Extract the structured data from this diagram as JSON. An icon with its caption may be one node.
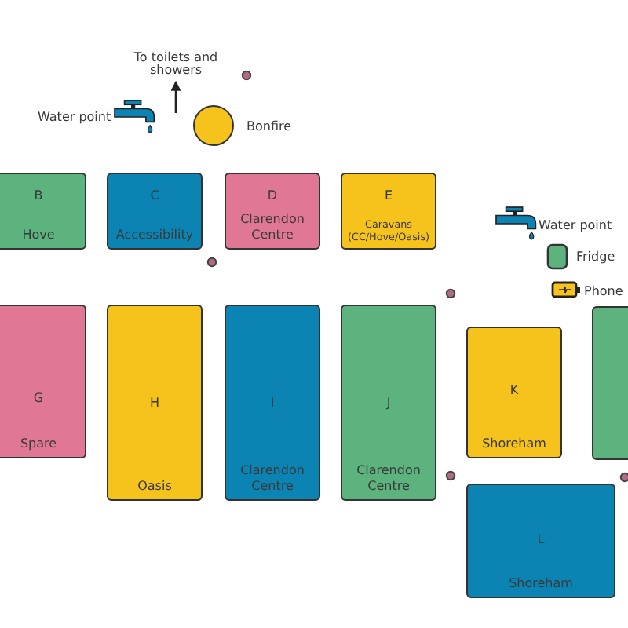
{
  "diagram": {
    "nodes": [
      {
        "text": [],
        "shape": "circle",
        "beside": [
          "Bonfire"
        ]
      },
      {
        "text": [
          "B",
          "Hove"
        ]
      },
      {
        "text": [
          "C",
          "Accessibility"
        ]
      },
      {
        "text": [
          "D",
          "Clarendon Centre"
        ]
      },
      {
        "text": [
          "E",
          "Caravans (CC/Hove/Oasis)"
        ]
      },
      {
        "text": [
          "G",
          "Spare"
        ]
      },
      {
        "text": [
          "H",
          "Oasis"
        ]
      },
      {
        "text": [
          "I",
          "Clarendon Centre"
        ]
      },
      {
        "text": [
          "J",
          "Clarendon Centre"
        ]
      },
      {
        "text": [
          "K",
          "Shoreham"
        ]
      },
      {
        "text": [],
        "shape": "box"
      },
      {
        "text": [
          "L",
          "Shoreham"
        ]
      }
    ],
    "labels": [
      "To toilets and showers",
      "Water point"
    ],
    "legend": [
      {
        "text": "Water point"
      },
      {
        "text": "Fridge",
        "color": "#5db37e"
      },
      {
        "text": "Phone"
      }
    ]
  }
}
